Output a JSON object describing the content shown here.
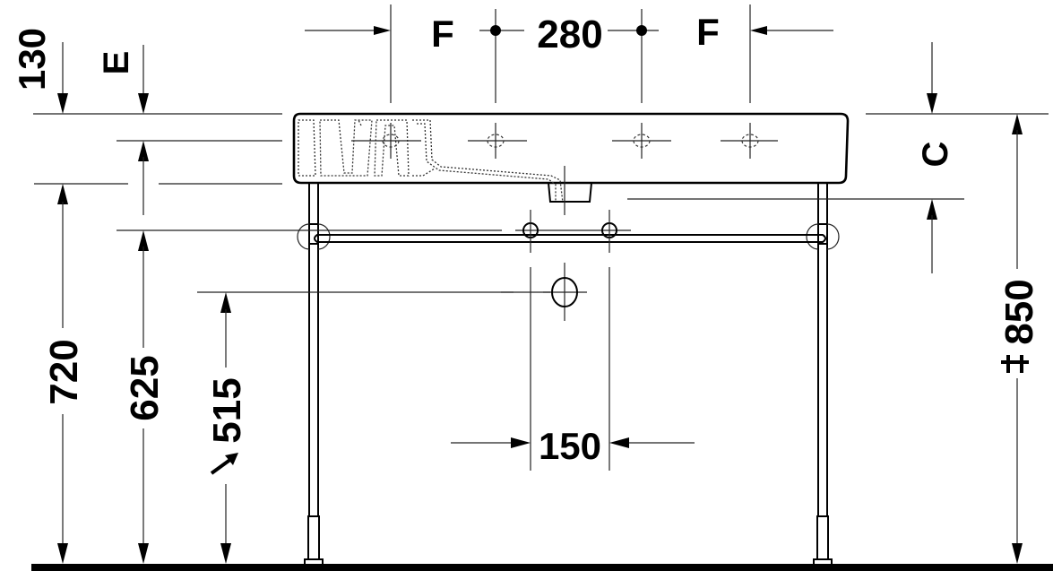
{
  "drawing": {
    "title": "Washbasin with metal console - front elevation dimension drawing",
    "units": "mm",
    "colors": {
      "line": "#000000",
      "background": "#ffffff"
    }
  },
  "dimensions": {
    "top": {
      "left_offset_label": "F",
      "tap_hole_spacing": "280",
      "right_offset_label": "F"
    },
    "left": {
      "basin_top_offset": "130",
      "basin_edge_label": "E",
      "rim_height": "720",
      "towel_rail_height": "625",
      "waste_outlet_height": "515",
      "waste_outlet_arrow": "↘"
    },
    "right": {
      "basin_depth_label": "C",
      "total_height": "850",
      "total_height_tolerance_symbol": "‡"
    },
    "bottom": {
      "wall_fixing_spacing": "150"
    }
  }
}
